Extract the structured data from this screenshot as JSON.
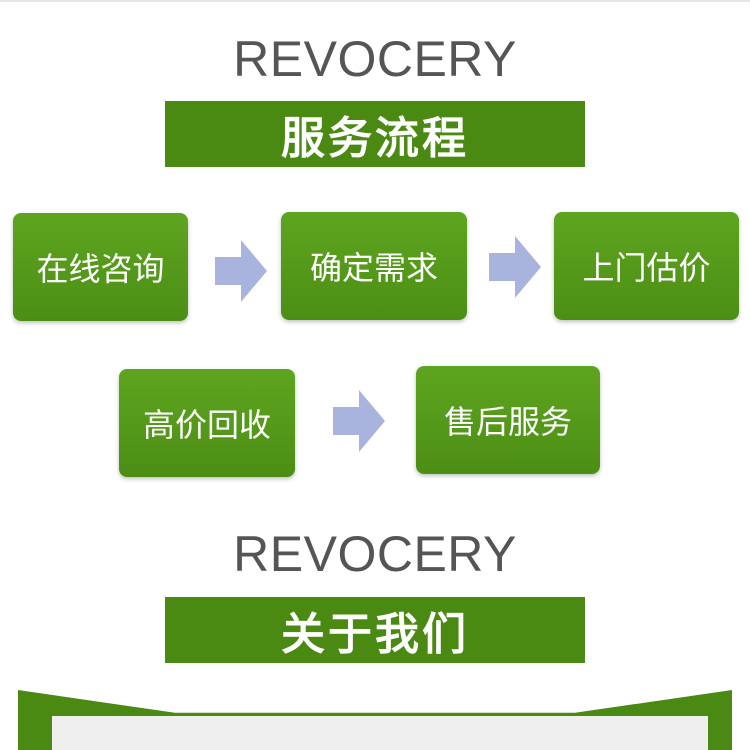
{
  "brand": "REVOCERY",
  "service_title": "服务流程",
  "steps": [
    "在线咨询",
    "确定需求",
    "上门估价",
    "高价回收",
    "售后服务"
  ],
  "about_brand": "REVOCERY",
  "about_title": "关于我们",
  "colors": {
    "banner_green": "#4b8a12",
    "box_green": "#5ea51f",
    "arrow_blue": "#a9b4de",
    "brand_gray": "#555555"
  }
}
